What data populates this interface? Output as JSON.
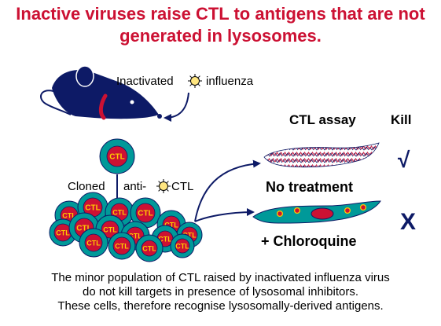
{
  "title": {
    "line1": "Inactive viruses raise CTL to antigens that are not",
    "line2": "generated in lysosomes."
  },
  "mouse_label": {
    "prefix": "Inactivated",
    "suffix": "influenza"
  },
  "cloned_label": {
    "prefix": "Cloned",
    "middle": "anti-",
    "suffix": "CTL"
  },
  "cell_label": "CTL",
  "headers": {
    "assay": "CTL assay",
    "kill": "Kill"
  },
  "conditions": [
    {
      "label": "No treatment",
      "kill_mark": "√"
    },
    {
      "label": "+ Chloroquine",
      "kill_mark": "X"
    }
  ],
  "caption": [
    "The minor population of CTL raised by inactivated influenza virus",
    "do not kill targets in presence of lysosomal inhibitors.",
    "These cells, therefore recognise lysosomally-derived antigens."
  ],
  "colors": {
    "title": "#cc1133",
    "mouse": "#0d1a66",
    "cell_outer": "#009999",
    "cell_inner": "#cc1133",
    "cell_text": "#ffcc00",
    "arrow": "#0d1a66",
    "virus": "#cc9900"
  },
  "icons": [
    "mouse-icon",
    "virus-icon",
    "ctl-cell-icon",
    "target-cell-icon",
    "arrow-icon"
  ]
}
